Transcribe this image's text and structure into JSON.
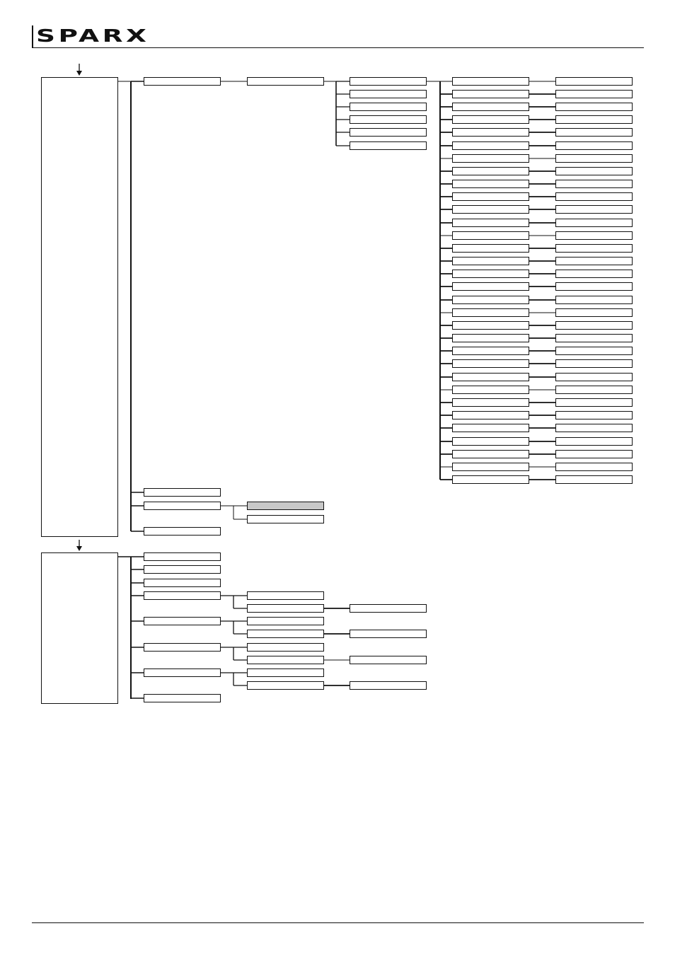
{
  "header": {
    "brand": "SPARX"
  },
  "colors": {
    "line": "#111111",
    "box_fill": "#ffffff",
    "highlight_fill": "#c8c8c8"
  },
  "diagram": {
    "panels": [
      {
        "id": "panel-1",
        "label": ""
      },
      {
        "id": "panel-2",
        "label": ""
      }
    ],
    "node_labels": []
  }
}
